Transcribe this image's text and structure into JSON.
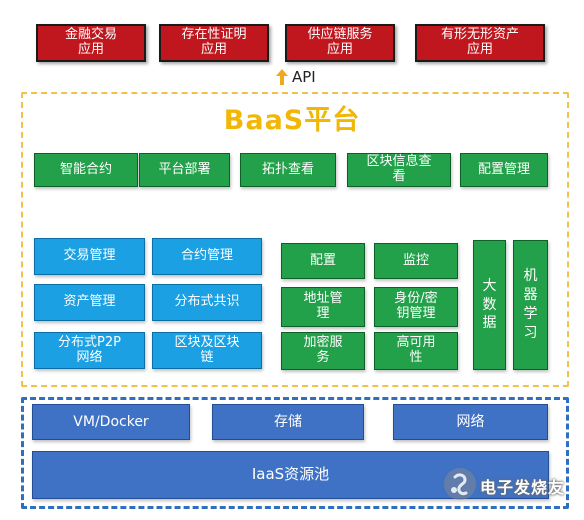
{
  "applications": [
    "金融交易\n应用",
    "存在性证明\n应用",
    "供应链服务\n应用",
    "有形无形资产\n应用"
  ],
  "api_label": "API",
  "baas": {
    "title": "BaaS平台",
    "top_row": [
      "智能合约",
      "平台部署",
      "拓扑查看",
      "区块信息查\n看",
      "配置管理"
    ],
    "left_grid": [
      "交易管理",
      "合约管理",
      "资产管理",
      "分布式共识",
      "分布式P2P\n网络",
      "区块及区块\n链"
    ],
    "mid_grid": [
      "配置",
      "监控",
      "地址管\n理",
      "身份/密\n钥管理",
      "加密服\n务",
      "高可用\n性"
    ],
    "vertical": [
      "大\n数\n据",
      "机\n器\n学\n习"
    ]
  },
  "iaas": {
    "row": [
      "VM/Docker",
      "存储",
      "网络"
    ],
    "pool": "IaaS资源池"
  },
  "watermark": "电子发烧友",
  "colors": {
    "application": "#c0171e",
    "baas_module": "#23a04a",
    "baas_core": "#1aa0e3",
    "iaas": "#3f72c4",
    "baas_title": "#f2b705",
    "baas_border": "#f2c14a",
    "iaas_border": "#2f6fc0"
  }
}
